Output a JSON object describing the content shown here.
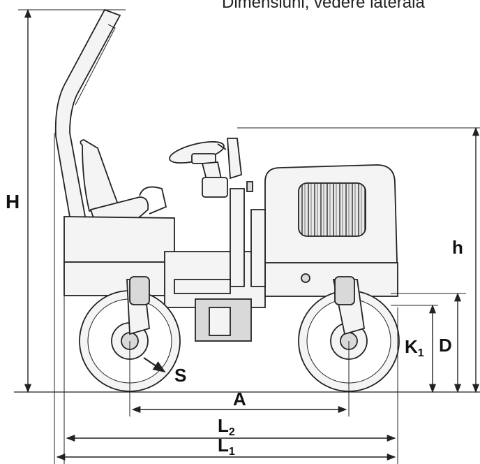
{
  "title": "Dimensiuni, vedere laterală",
  "dimension_labels": {
    "H": "H",
    "h": "h",
    "D": "D",
    "K1_main": "K",
    "K1_sub": "1",
    "S": "S",
    "A": "A",
    "L2_main": "L",
    "L2_sub": "2",
    "L1_main": "L",
    "L1_sub": "1"
  },
  "colors": {
    "line": "#222222",
    "fill_light": "#f4f4f4",
    "fill_mid": "#d9d9d9",
    "dark": "#555555"
  }
}
